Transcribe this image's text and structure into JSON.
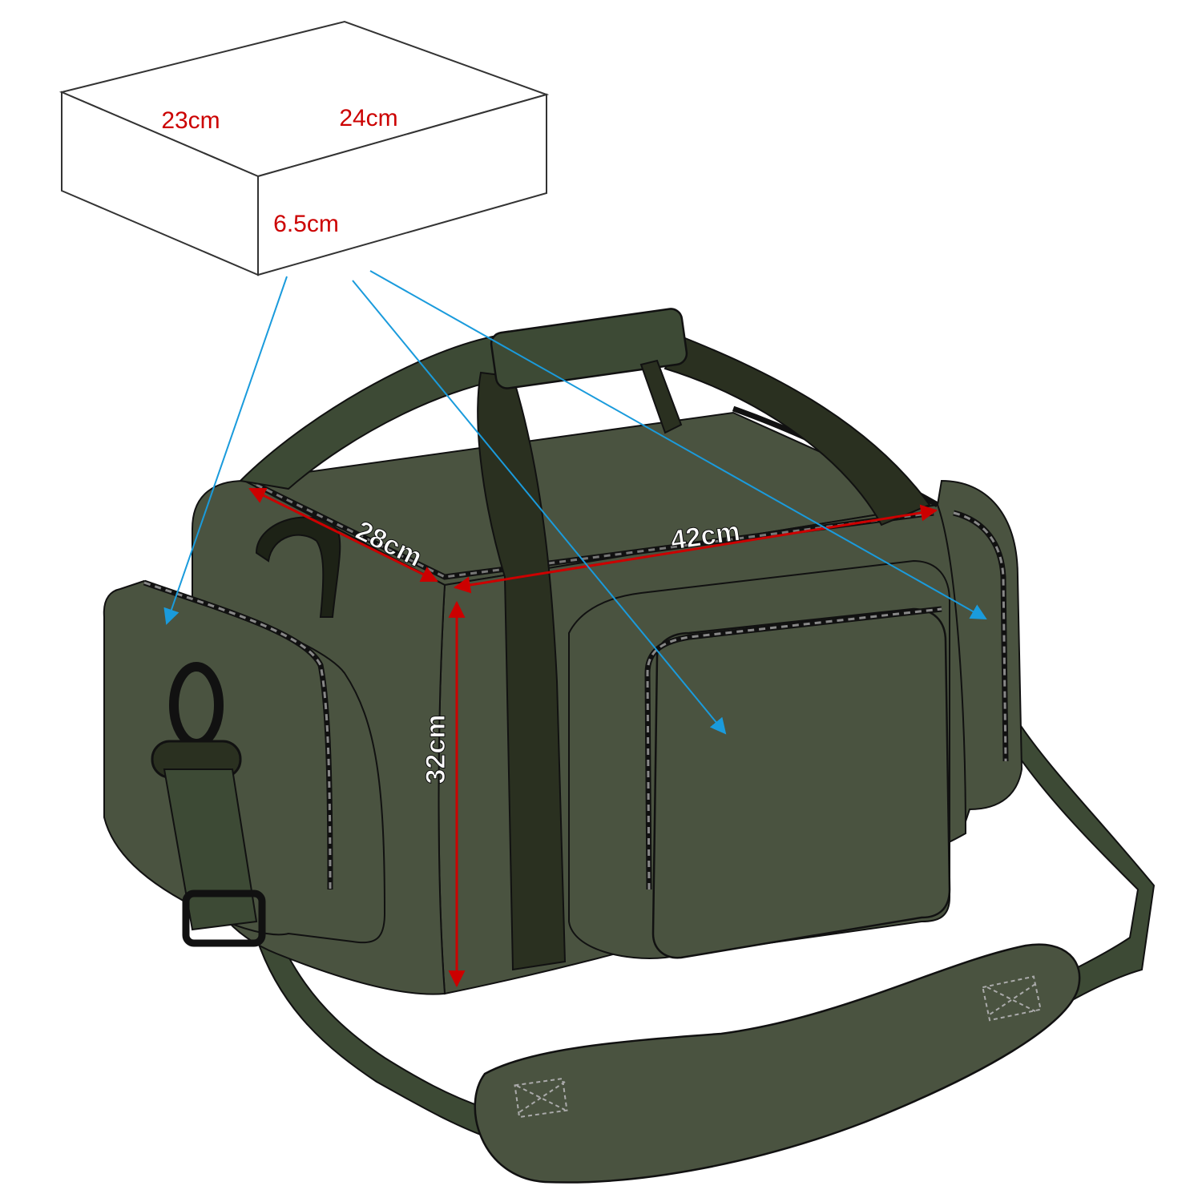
{
  "box": {
    "labels": {
      "depth": "23cm",
      "width": "24cm",
      "height": "6.5cm"
    }
  },
  "bag": {
    "labels": {
      "depth": "28cm",
      "length": "42cm",
      "height": "32cm"
    }
  },
  "colors": {
    "bag_body": "#4a5340",
    "bag_dark": "#2a3020",
    "strap": "#3d4a35",
    "zipper": "#111111",
    "dimension_line": "#cc0000",
    "label_box_text": "#cc0000",
    "label_bag_text": "#ffffff",
    "pointer_arrow": "#1a9bdc",
    "box_fill": "#ffffff",
    "box_stroke": "#333333"
  }
}
